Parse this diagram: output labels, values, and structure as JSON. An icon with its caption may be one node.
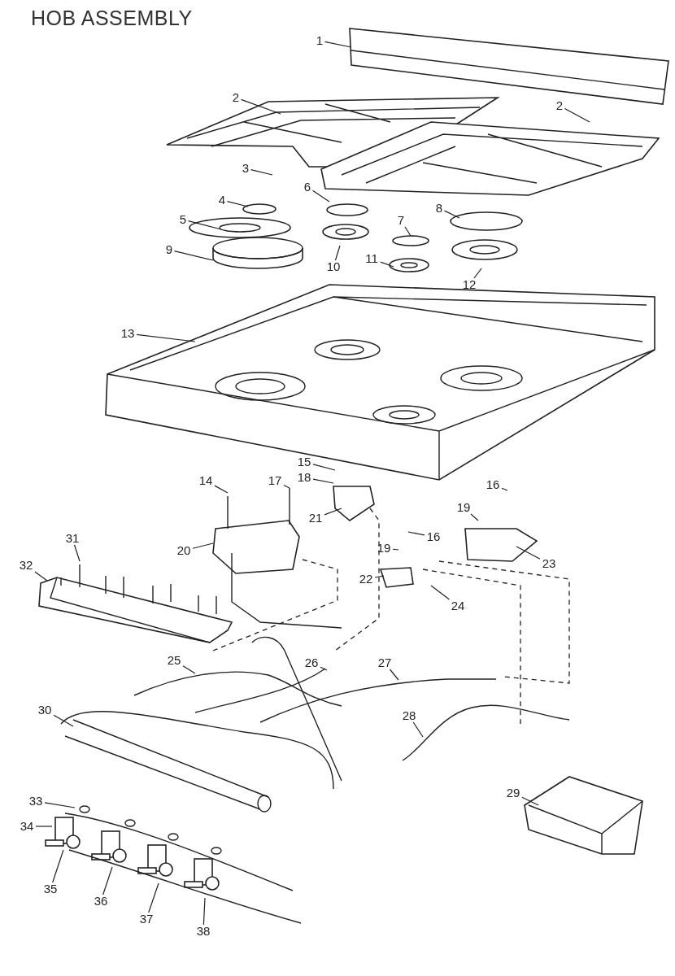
{
  "diagram": {
    "title": "HOB ASSEMBLY",
    "nodes": [
      {
        "text": [
          "1"
        ]
      },
      {
        "text": [
          "2"
        ]
      },
      {
        "text": [
          "2"
        ]
      },
      {
        "text": [
          "3"
        ]
      },
      {
        "text": [
          "4"
        ]
      },
      {
        "text": [
          "5"
        ]
      },
      {
        "text": [
          "6"
        ]
      },
      {
        "text": [
          "7"
        ]
      },
      {
        "text": [
          "8"
        ]
      },
      {
        "text": [
          "9"
        ]
      },
      {
        "text": [
          "10"
        ]
      },
      {
        "text": [
          "11"
        ]
      },
      {
        "text": [
          "12"
        ]
      },
      {
        "text": [
          "13"
        ]
      },
      {
        "text": [
          "14"
        ]
      },
      {
        "text": [
          "15"
        ]
      },
      {
        "text": [
          "17"
        ]
      },
      {
        "text": [
          "18"
        ]
      },
      {
        "text": [
          "16"
        ]
      },
      {
        "text": [
          "19"
        ]
      },
      {
        "text": [
          "16"
        ]
      },
      {
        "text": [
          "19"
        ]
      },
      {
        "text": [
          "20"
        ]
      },
      {
        "text": [
          "21"
        ]
      },
      {
        "text": [
          "22"
        ]
      },
      {
        "text": [
          "23"
        ]
      },
      {
        "text": [
          "24"
        ]
      },
      {
        "text": [
          "25"
        ]
      },
      {
        "text": [
          "26"
        ]
      },
      {
        "text": [
          "27"
        ]
      },
      {
        "text": [
          "28"
        ]
      },
      {
        "text": [
          "29"
        ]
      },
      {
        "text": [
          "30"
        ]
      },
      {
        "text": [
          "31"
        ]
      },
      {
        "text": [
          "32"
        ]
      },
      {
        "text": [
          "33"
        ]
      },
      {
        "text": [
          "34"
        ]
      },
      {
        "text": [
          "35"
        ]
      },
      {
        "text": [
          "36"
        ]
      },
      {
        "text": [
          "37"
        ]
      },
      {
        "text": [
          "38"
        ]
      }
    ],
    "edges": [
      {
        "from": 0,
        "to": null,
        "arrow": "none"
      },
      {
        "from": 1,
        "to": null,
        "arrow": "none"
      },
      {
        "from": 2,
        "to": null,
        "arrow": "none"
      },
      {
        "from": 3,
        "to": null,
        "arrow": "none"
      },
      {
        "from": 4,
        "to": null,
        "arrow": "none"
      },
      {
        "from": 5,
        "to": null,
        "arrow": "none"
      },
      {
        "from": 6,
        "to": null,
        "arrow": "none"
      },
      {
        "from": 7,
        "to": null,
        "arrow": "none"
      },
      {
        "from": 8,
        "to": null,
        "arrow": "none"
      },
      {
        "from": 9,
        "to": null,
        "arrow": "none"
      },
      {
        "from": 10,
        "to": null,
        "arrow": "none"
      },
      {
        "from": 11,
        "to": null,
        "arrow": "none"
      },
      {
        "from": 12,
        "to": null,
        "arrow": "none"
      },
      {
        "from": 13,
        "to": null,
        "arrow": "none"
      },
      {
        "from": 14,
        "to": null,
        "arrow": "none"
      },
      {
        "from": 15,
        "to": null,
        "arrow": "none"
      },
      {
        "from": 16,
        "to": null,
        "arrow": "none"
      },
      {
        "from": 17,
        "to": null,
        "arrow": "none"
      },
      {
        "from": 18,
        "to": null,
        "arrow": "none"
      },
      {
        "from": 19,
        "to": null,
        "arrow": "none"
      },
      {
        "from": 20,
        "to": null,
        "arrow": "none"
      },
      {
        "from": 21,
        "to": null,
        "arrow": "none"
      },
      {
        "from": 22,
        "to": null,
        "arrow": "none"
      },
      {
        "from": 23,
        "to": null,
        "arrow": "none"
      },
      {
        "from": 24,
        "to": null,
        "arrow": "none"
      },
      {
        "from": 25,
        "to": null,
        "arrow": "none"
      },
      {
        "from": 26,
        "to": null,
        "arrow": "none"
      },
      {
        "from": 27,
        "to": null,
        "arrow": "none"
      },
      {
        "from": 28,
        "to": null,
        "arrow": "none"
      },
      {
        "from": 29,
        "to": null,
        "arrow": "none"
      },
      {
        "from": 30,
        "to": null,
        "arrow": "none"
      },
      {
        "from": 31,
        "to": null,
        "arrow": "none"
      },
      {
        "from": 32,
        "to": null,
        "arrow": "none"
      },
      {
        "from": 33,
        "to": null,
        "arrow": "none"
      },
      {
        "from": 34,
        "to": null,
        "arrow": "none"
      },
      {
        "from": 35,
        "to": null,
        "arrow": "none"
      },
      {
        "from": 36,
        "to": null,
        "arrow": "none"
      },
      {
        "from": 37,
        "to": null,
        "arrow": "none"
      },
      {
        "from": 38,
        "to": null,
        "arrow": "none"
      },
      {
        "from": 39,
        "to": null,
        "arrow": "none"
      },
      {
        "from": 40,
        "to": null,
        "arrow": "none"
      }
    ]
  }
}
